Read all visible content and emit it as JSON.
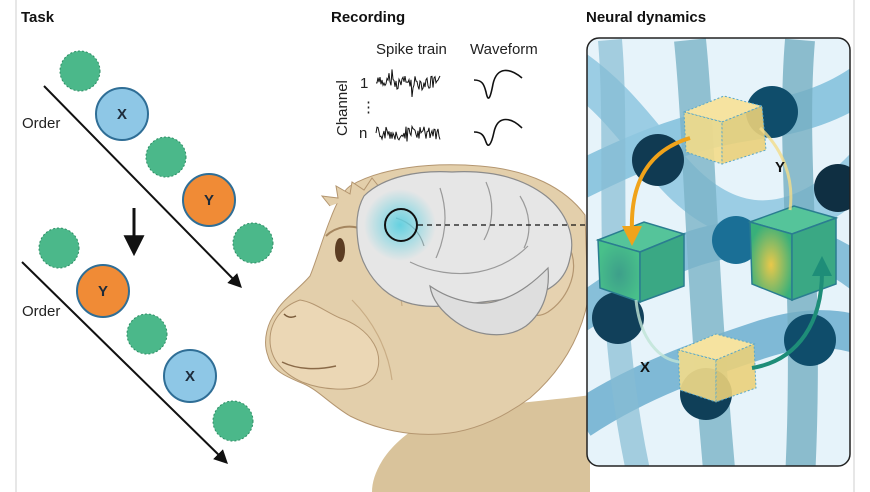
{
  "panels": {
    "task": {
      "title": "Task",
      "order_label_top": "Order",
      "order_label_bottom": "Order",
      "item_x": "X",
      "item_y": "Y"
    },
    "recording": {
      "title": "Recording",
      "spike_train_label": "Spike train",
      "waveform_label": "Waveform",
      "channel_label": "Channel",
      "channel_first": "1",
      "channel_ellipsis": "⋮",
      "channel_last": "n"
    },
    "neural_dynamics": {
      "title": "Neural dynamics",
      "state_y": "Y",
      "state_x": "X"
    }
  },
  "colors": {
    "green_dot": "#4bb88a",
    "x_item": "#8ec7e6",
    "y_item": "#f08b36",
    "ring": "#2f6e96",
    "arrow_orange": "#f0a31a",
    "arrow_teal": "#1e8d78",
    "cube_green": "#38b07a",
    "cube_yellow": "#f3dc8a",
    "node_dark": "#0f4d6b",
    "mesh_blue": "#6ab6d8",
    "monkey_fur": "#e3cfab",
    "brain_grey": "#e6e6e6"
  }
}
